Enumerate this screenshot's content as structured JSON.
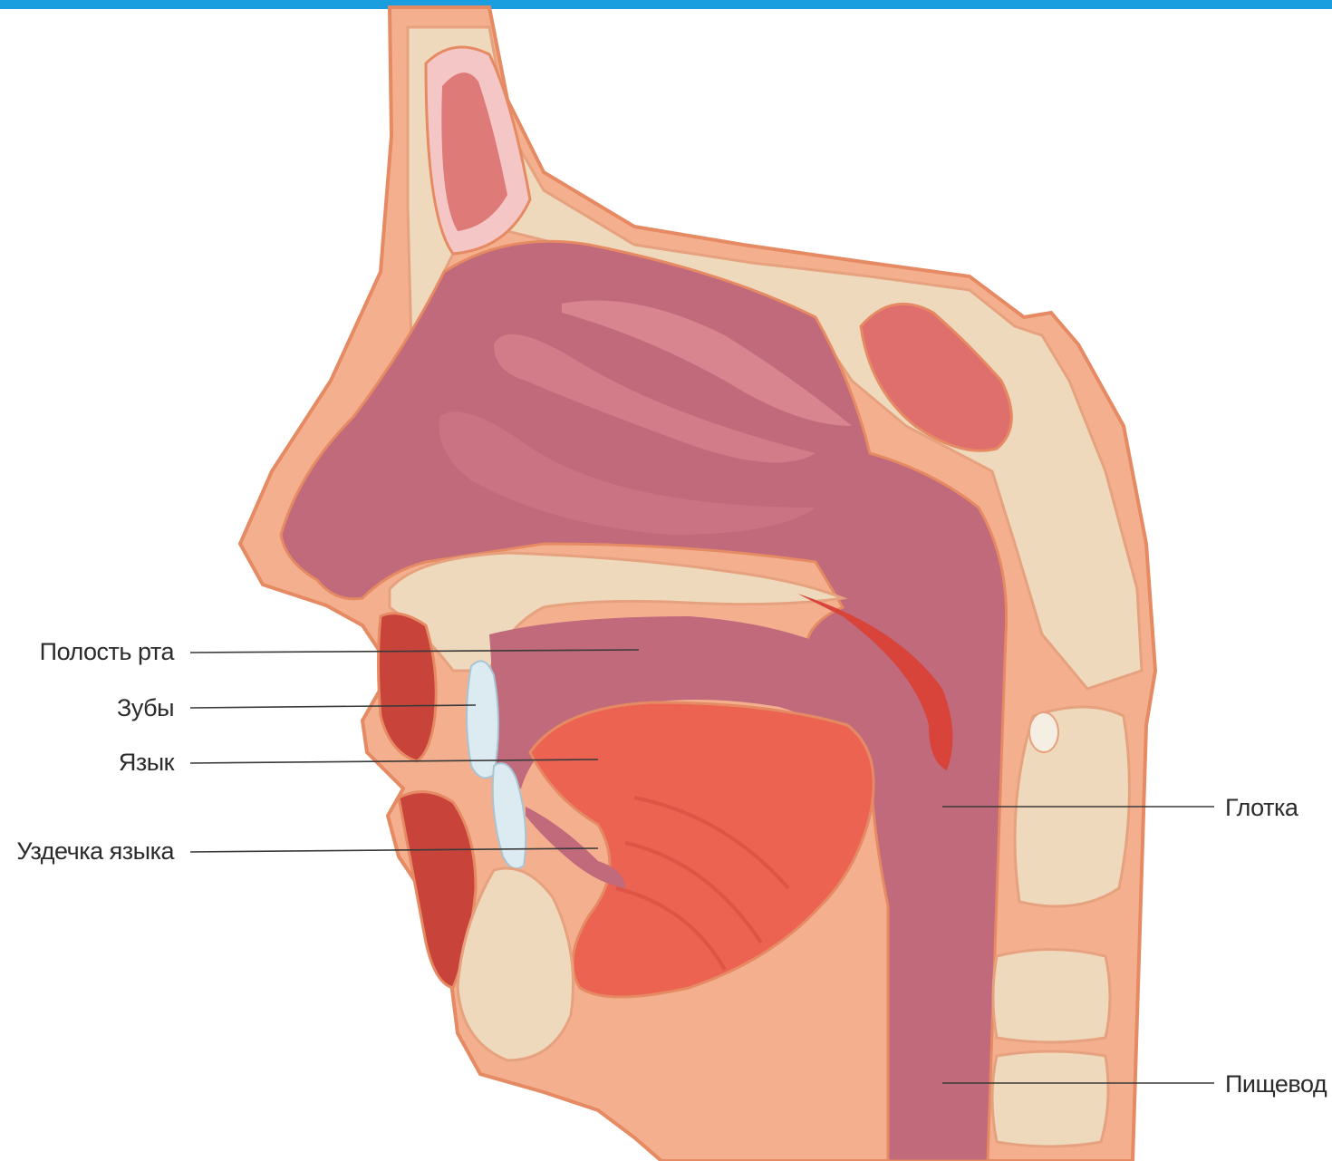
{
  "colors": {
    "top_bar": "#1a9ee0",
    "skin": "#f4b08e",
    "skin_outline": "#e58a63",
    "bone": "#efd9bd",
    "cavity": "#c06a7c",
    "mucosa": "#dc8f98",
    "tongue": "#ec6352",
    "muscle_red": "#d8433a",
    "teeth": "#dcebf2",
    "leader_line": "#3a3a3a"
  },
  "labels": {
    "oral_cavity": "Полость рта",
    "teeth": "Зубы",
    "tongue": "Язык",
    "frenulum": "Уздечка языка",
    "pharynx": "Глотка",
    "esophagus": "Пищевод"
  }
}
